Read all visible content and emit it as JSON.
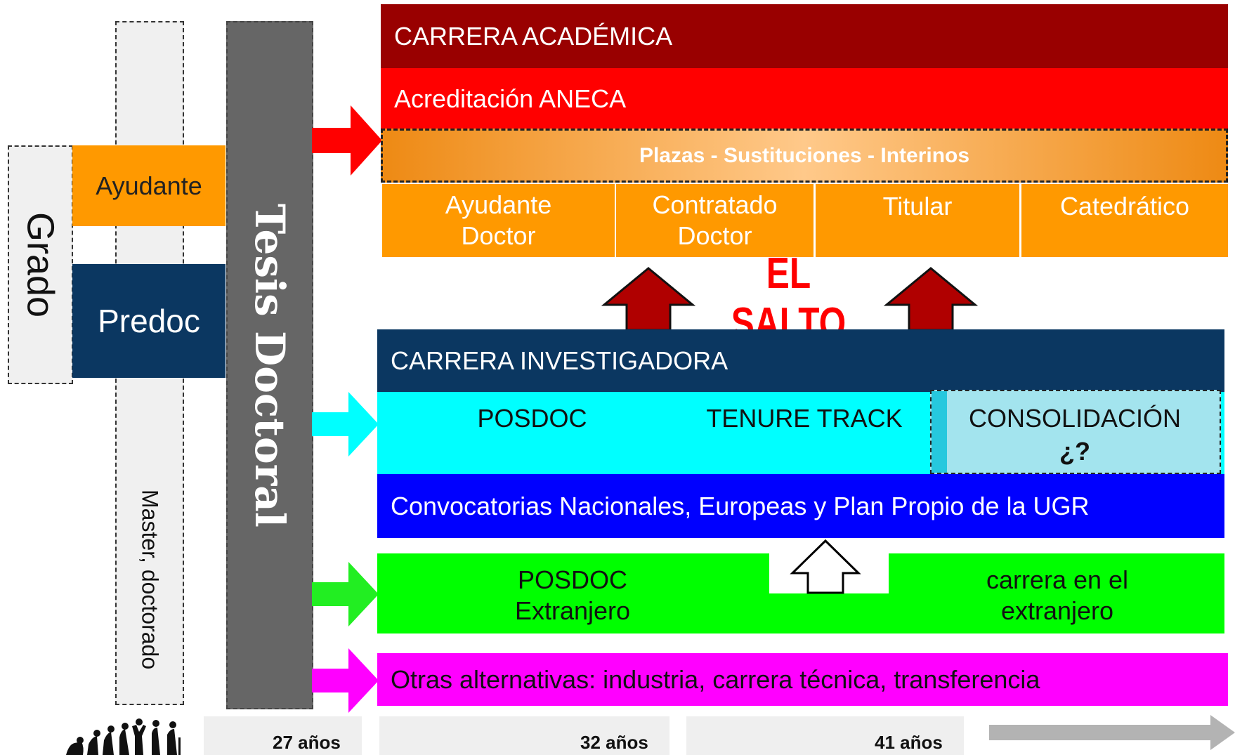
{
  "left": {
    "grado": "Grado",
    "ayudante": "Ayudante",
    "predoc": "Predoc",
    "master": "Master, doctorado",
    "tesis": "Tesis Doctoral"
  },
  "academica": {
    "title": "CARRERA ACADÉMICA",
    "aneca": "Acreditación ANECA",
    "plazas": "Plazas - Sustituciones - Interinos",
    "positions": [
      {
        "line1": "Ayudante",
        "line2": "Doctor"
      },
      {
        "line1": "Contratado",
        "line2": "Doctor"
      },
      {
        "line1": "Titular",
        "line2": ""
      },
      {
        "line1": "Catedrático",
        "line2": ""
      }
    ]
  },
  "salto": "EL SALTO",
  "investigadora": {
    "title": "CARRERA INVESTIGADORA",
    "posdoc": "POSDOC",
    "tenure": "TENURE TRACK",
    "consolidacion": "CONSOLIDACIÓN",
    "consolidacion_q": "¿?",
    "convocatorias": "Convocatorias Nacionales, Europeas y Plan Propio de la UGR"
  },
  "extranjero": {
    "posdoc_line1": "POSDOC",
    "posdoc_line2": "Extranjero",
    "carrera_line1": "carrera en el",
    "carrera_line2": "extranjero"
  },
  "otras": "Otras alternativas: industria, carrera técnica, transferencia",
  "timeline": {
    "ages": [
      "27 años",
      "32 años",
      "41 años"
    ]
  },
  "colors": {
    "dark_red": "#990000",
    "red": "#ff0000",
    "orange": "#ff9900",
    "navy": "#0b3761",
    "cyan": "#00ffff",
    "light_cyan": "#a3e4ee",
    "blue": "#0000ff",
    "green": "#00ff00",
    "magenta": "#ff00ff",
    "gray": "#666666",
    "salto_red": "#ff0000"
  },
  "icons": [
    "human-evolution-icon",
    "timeline-arrow-icon"
  ]
}
